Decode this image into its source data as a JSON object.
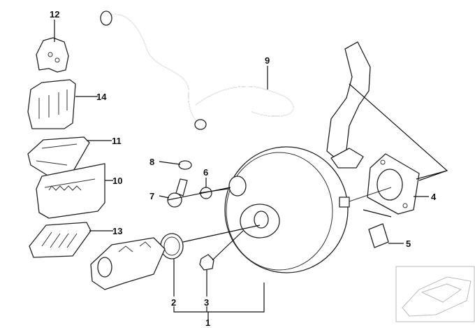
{
  "diagram": {
    "title": "Brake booster parts diagram",
    "callouts": {
      "p1": "1",
      "p2": "2",
      "p3": "3",
      "p4": "4",
      "p5": "5",
      "p6": "6",
      "p7": "7",
      "p8": "8",
      "p9": "9",
      "p10": "10",
      "p11": "11",
      "p12": "12",
      "p13": "13",
      "p14": "14"
    },
    "colors": {
      "line": "#222222",
      "background": "#ffffff",
      "thumbnail": "#bbbbbb"
    }
  }
}
